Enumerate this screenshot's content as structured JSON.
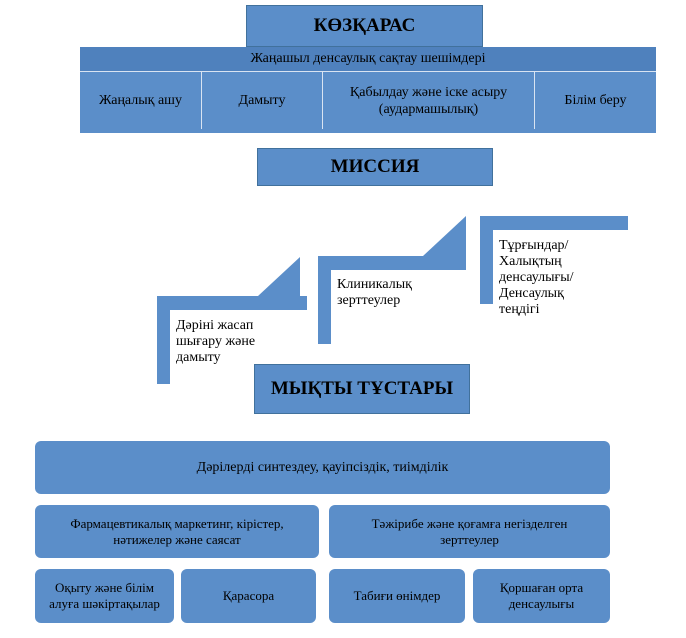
{
  "vision": {
    "title": "КӨЗҚАРАС",
    "subtitle": "Жаңашыл денсаулық сақтау шешімдері",
    "items": [
      "Жаңалық ашу",
      "Дамыту",
      "Қабылдау және іске асыру (аударма­шылық)",
      "Білім беру"
    ]
  },
  "mission": {
    "title": "МИССИЯ",
    "steps": [
      "Дәріні жасап шығару және дамыту",
      "Клиникалық зерттеулер",
      "Тұрғындар/ Халықтың денсаулығы/ Денсаулық теңдігі"
    ]
  },
  "strengths": {
    "title": "МЫҚТЫ ТҰСТАРЫ",
    "row1": "Дәрілерді синтездеу, қауіпсіздік, тиімділік",
    "row2": [
      "Фармацевтикалық маркетинг, кірістер, нәтижелер және саясат",
      "Тәжірибе және қоғамға негізделген зерттеулер"
    ],
    "row3": [
      "Оқыту және білім алуға шәкіртақылар",
      "Қарасора",
      "Табиғи өнімдер",
      "Қоршаған орта денсаулығы"
    ]
  },
  "colors": {
    "box_fill": "#5b8ec9",
    "header_fill": "#4f81bd",
    "border": "#41719c"
  }
}
